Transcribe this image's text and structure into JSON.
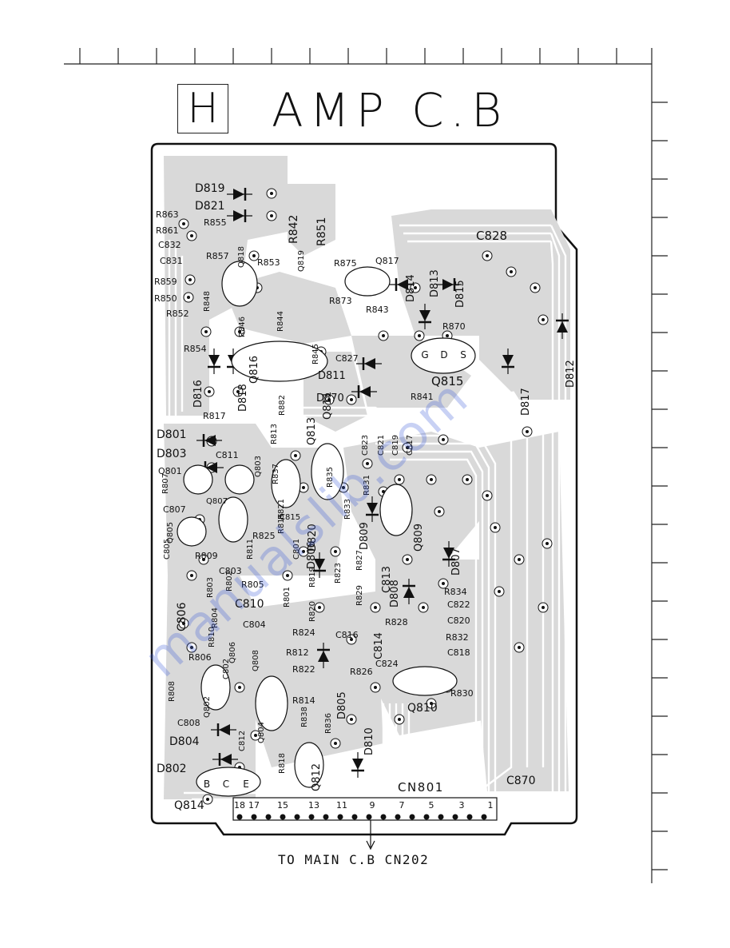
{
  "title": {
    "board_letter": "H",
    "board_name": "AMP C.B"
  },
  "footer": {
    "destination": "TO MAIN C.B CN202"
  },
  "watermark": "manualslib.com",
  "connector": {
    "name": "CN801",
    "pins": [
      "18",
      "17",
      "15",
      "13",
      "11",
      "9",
      "7",
      "5",
      "3",
      "1"
    ]
  },
  "components": {
    "diodes": [
      "D819",
      "D821",
      "D816",
      "D818",
      "D801",
      "D803",
      "D804",
      "D802",
      "D811",
      "D870",
      "D814",
      "D813",
      "D815",
      "D817",
      "D812",
      "D809",
      "D807",
      "D808",
      "D805",
      "D806",
      "D810",
      "D820"
    ],
    "transistors": [
      "Q818",
      "Q819",
      "Q817",
      "Q815",
      "Q813",
      "Q811",
      "Q801",
      "Q807",
      "Q803",
      "Q805",
      "Q809",
      "Q806",
      "Q808",
      "Q802",
      "Q804",
      "Q812",
      "Q810",
      "Q814",
      "Q816"
    ],
    "resistors": [
      "R863",
      "R861",
      "R855",
      "R857",
      "R859",
      "R850",
      "R848",
      "R852",
      "R854",
      "R846",
      "R842",
      "R851",
      "R853",
      "R844",
      "R875",
      "R873",
      "R843",
      "R845",
      "R870",
      "R841",
      "R882",
      "R817",
      "R813",
      "R837",
      "R807",
      "R835",
      "R831",
      "R833",
      "R821",
      "R825",
      "R815",
      "R809",
      "R811",
      "R803",
      "R805",
      "R823",
      "R827",
      "R829",
      "R801",
      "R819",
      "R820",
      "R804",
      "R810",
      "R806",
      "R808",
      "R812",
      "R822",
      "R824",
      "R814",
      "R838",
      "R836",
      "R818",
      "R834",
      "R828",
      "R832",
      "R826",
      "R830",
      "R802"
    ],
    "capacitors": [
      "C832",
      "C831",
      "C828",
      "C827",
      "C823",
      "C821",
      "C819",
      "C817",
      "C811",
      "C807",
      "C805",
      "C803",
      "C815",
      "C801",
      "C810",
      "C804",
      "C806",
      "C802",
      "C808",
      "C812",
      "C816",
      "C813",
      "C814",
      "C824",
      "C822",
      "C820",
      "C818",
      "C870"
    ]
  },
  "pin_letters": [
    "B",
    "C",
    "E",
    "G",
    "D",
    "S"
  ]
}
